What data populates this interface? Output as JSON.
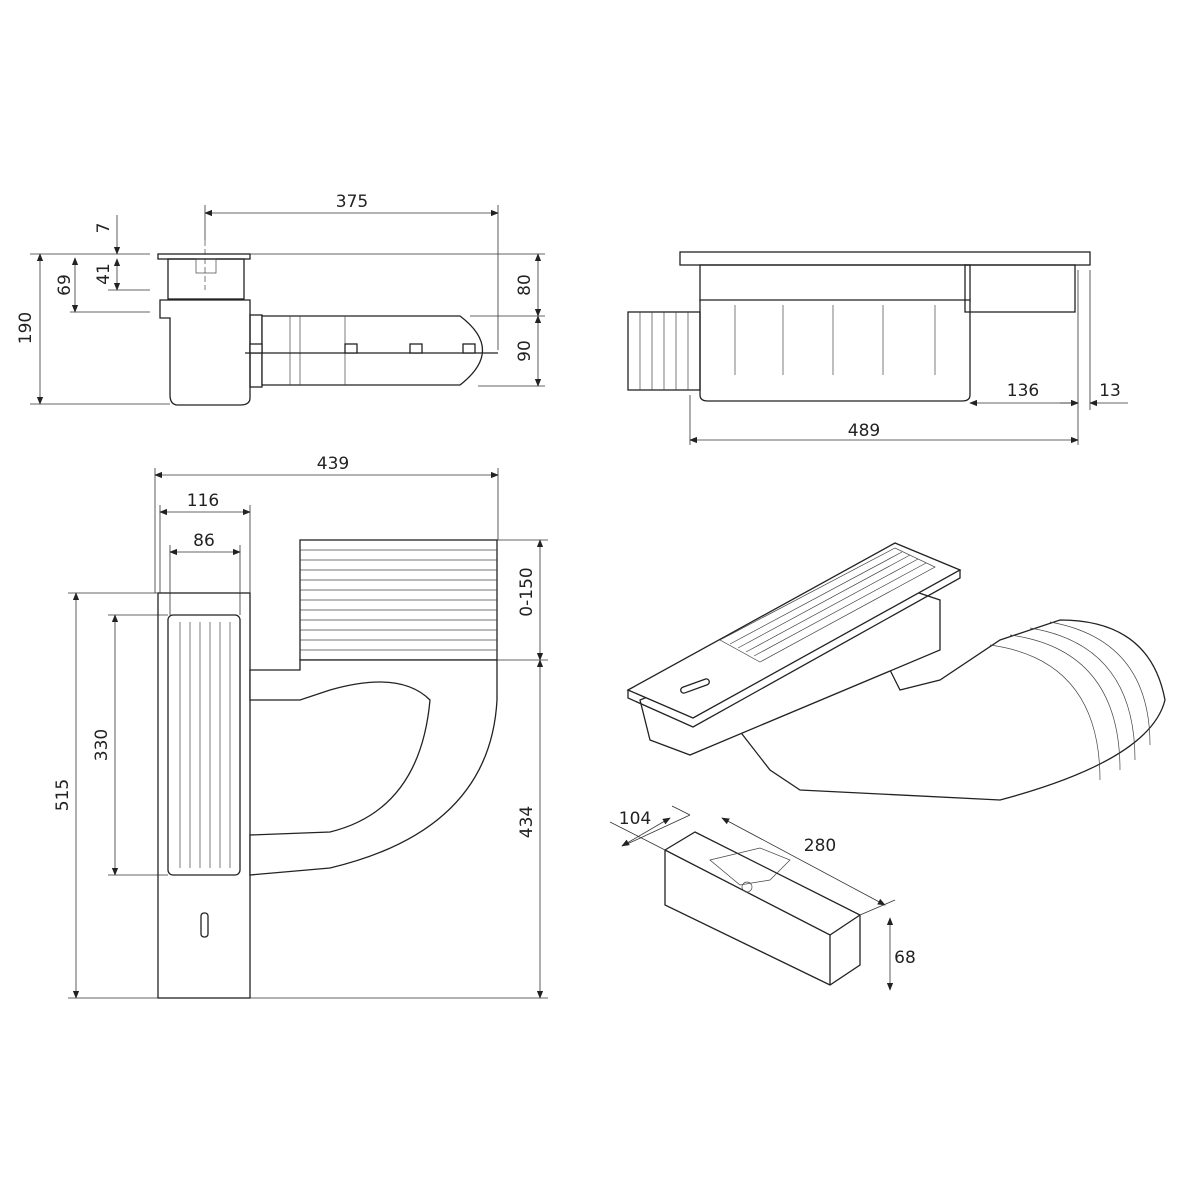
{
  "drawing": {
    "side_view": {
      "dims": {
        "length": "375",
        "plate": "7",
        "frame": "41",
        "depth_top": "69",
        "total_height": "190",
        "upper": "80",
        "pipe_height": "90"
      }
    },
    "front_view": {
      "dims": {
        "offset": "136",
        "edge": "13",
        "length": "489"
      }
    },
    "plan_view": {
      "dims": {
        "width_total": "439",
        "plate_width": "116",
        "grille_width": "86",
        "extension": "0-150",
        "length_plate": "515",
        "grille_length": "330",
        "duct_length": "434"
      }
    },
    "module": {
      "dims": {
        "depth": "104",
        "length": "280",
        "height": "68"
      }
    }
  }
}
